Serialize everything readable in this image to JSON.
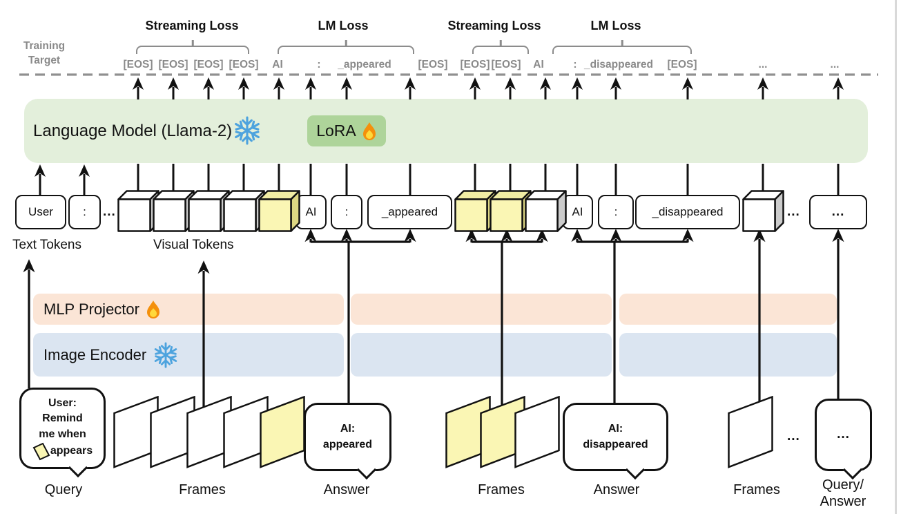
{
  "header": {
    "training_target_line1": "Training",
    "training_target_line2": "Target",
    "loss_labels": [
      "Streaming Loss",
      "LM Loss",
      "Streaming Loss",
      "LM Loss"
    ],
    "target_tokens": [
      "[EOS]",
      "[EOS]",
      "[EOS]",
      "[EOS]",
      "AI",
      ":",
      "_appeared",
      "[EOS]",
      "[EOS]",
      "[EOS]",
      "AI",
      ":",
      "_disappeared",
      "[EOS]",
      "...",
      "..."
    ]
  },
  "language_model": {
    "label": "Language Model (Llama-2)",
    "frozen_icon": "snowflake-icon",
    "lora_label": "LoRA",
    "trainable_icon": "flame-icon"
  },
  "mlp_projector": {
    "label": "MLP Projector"
  },
  "image_encoder": {
    "label": "Image Encoder"
  },
  "token_row": {
    "labels": [
      "User",
      ":",
      "...",
      "AI",
      ":",
      "_appeared",
      "AI",
      ":",
      "_disappeared",
      "...",
      "..."
    ],
    "text_tokens_label": "Text Tokens",
    "visual_tokens_label": "Visual Tokens"
  },
  "bottom": {
    "query_bubble": {
      "lines": [
        "User:",
        "Remind",
        "me when",
        "appears"
      ]
    },
    "answer1_bubble": {
      "lines": [
        "AI:",
        "appeared"
      ]
    },
    "answer2_bubble": {
      "lines": [
        "AI:",
        "disappeared"
      ]
    },
    "qa_bubble": {
      "text": "..."
    },
    "frames_ellipsis": "...",
    "labels": [
      "Query",
      "Frames",
      "Answer",
      "Frames",
      "Answer",
      "Frames"
    ],
    "qa_label_line1": "Query/",
    "qa_label_line2": "Answer"
  },
  "colors": {
    "lm_bg": "#e3efdb",
    "lora_bg": "#aed49a",
    "mlp_bg": "#fbe5d6",
    "encoder_bg": "#dbe5f1",
    "token_yellow": "#faf6b4",
    "gray_text": "#8a8a8a"
  }
}
